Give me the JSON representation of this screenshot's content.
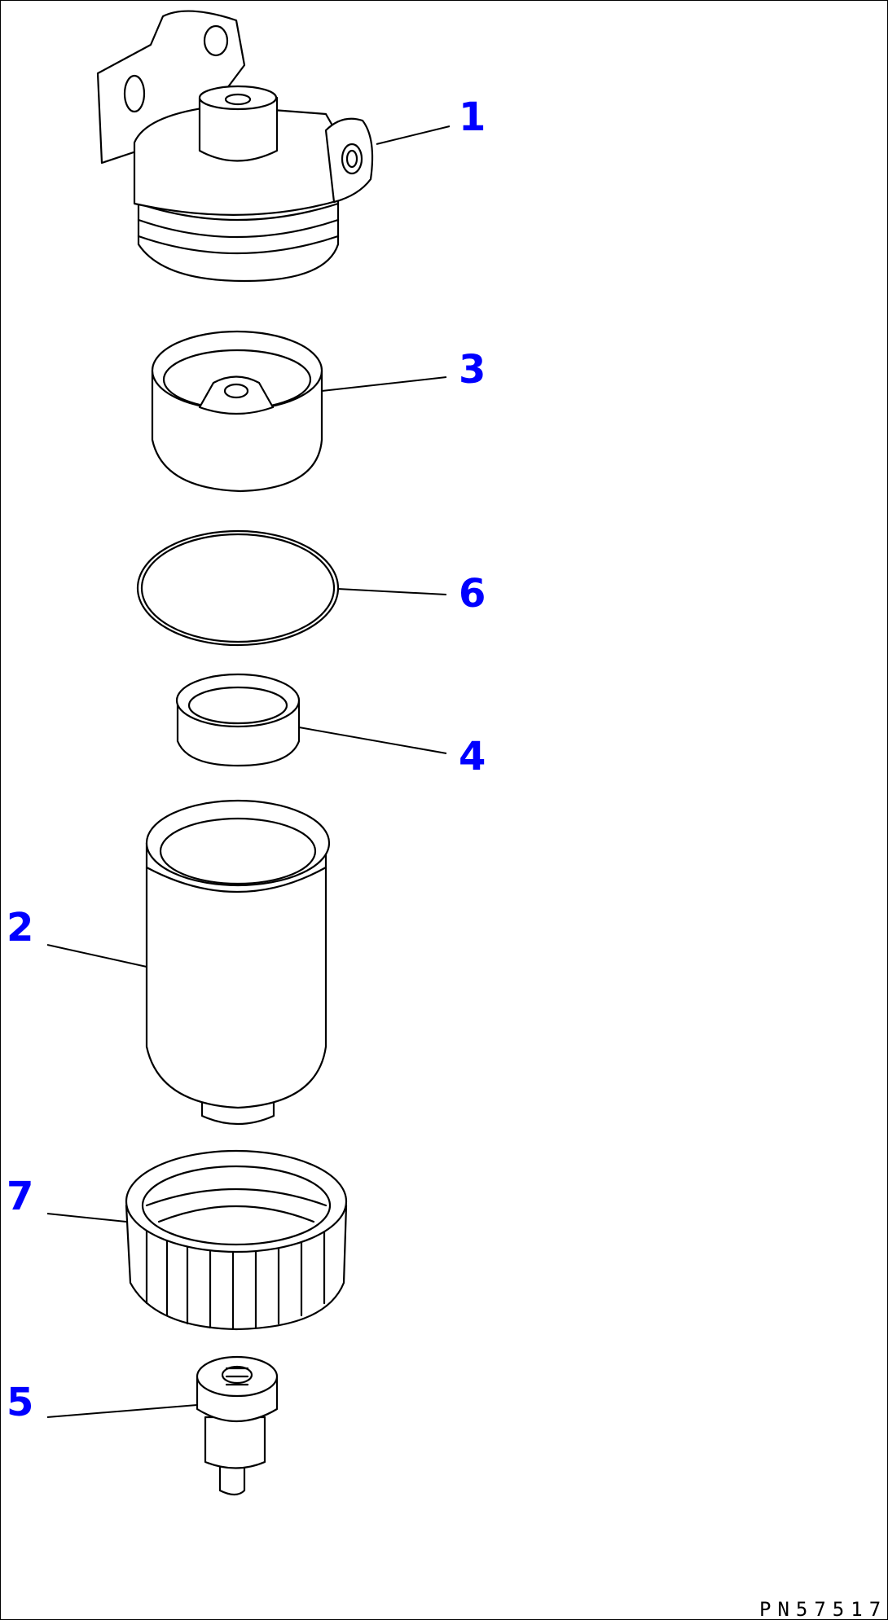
{
  "callouts": [
    {
      "id": "1",
      "label": "1"
    },
    {
      "id": "3",
      "label": "3"
    },
    {
      "id": "6",
      "label": "6"
    },
    {
      "id": "4",
      "label": "4"
    },
    {
      "id": "2",
      "label": "2"
    },
    {
      "id": "7",
      "label": "7"
    },
    {
      "id": "5",
      "label": "5"
    }
  ],
  "drawing_code": "PN57517",
  "colors": {
    "callout": "#0000ff",
    "line": "#000000",
    "background": "#ffffff"
  }
}
